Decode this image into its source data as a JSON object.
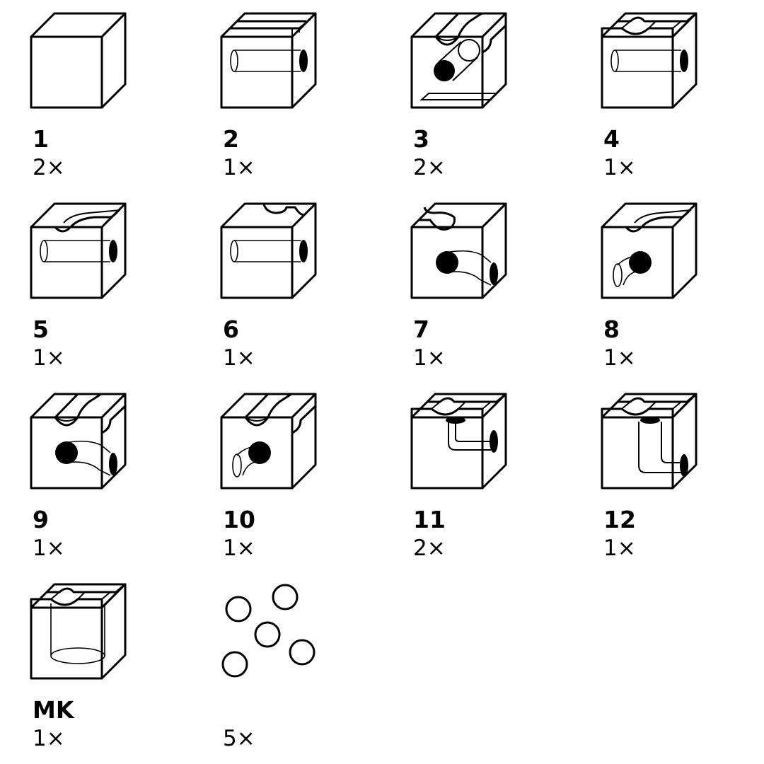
{
  "colors": {
    "ink": "#000000",
    "paper": "#ffffff"
  },
  "pieces": [
    {
      "id": "1",
      "qty": "2×",
      "icon": "plain-cube-icon"
    },
    {
      "id": "2",
      "qty": "1×",
      "icon": "straight-tunnel-cube-icon"
    },
    {
      "id": "3",
      "qty": "2×",
      "icon": "diagonal-drop-cube-icon"
    },
    {
      "id": "4",
      "qty": "1×",
      "icon": "cross-groove-tunnel-cube-icon"
    },
    {
      "id": "5",
      "qty": "1×",
      "icon": "curve-groove-tunnel-cube-icon"
    },
    {
      "id": "6",
      "qty": "1×",
      "icon": "side-groove-tunnel-cube-icon"
    },
    {
      "id": "7",
      "qty": "1×",
      "icon": "curve-groove-bend-cube-icon"
    },
    {
      "id": "8",
      "qty": "1×",
      "icon": "curve-groove-bend-left-cube-icon"
    },
    {
      "id": "9",
      "qty": "1×",
      "icon": "groove-bend-right-cube-icon"
    },
    {
      "id": "10",
      "qty": "1×",
      "icon": "groove-bend-left-cube-icon"
    },
    {
      "id": "11",
      "qty": "2×",
      "icon": "cross-groove-drop-cube-icon"
    },
    {
      "id": "12",
      "qty": "1×",
      "icon": "cross-groove-long-drop-cube-icon"
    },
    {
      "id": "MK",
      "qty": "1×",
      "icon": "funnel-cube-icon"
    },
    {
      "id": "",
      "qty": "5×",
      "icon": "marbles-icon"
    }
  ]
}
